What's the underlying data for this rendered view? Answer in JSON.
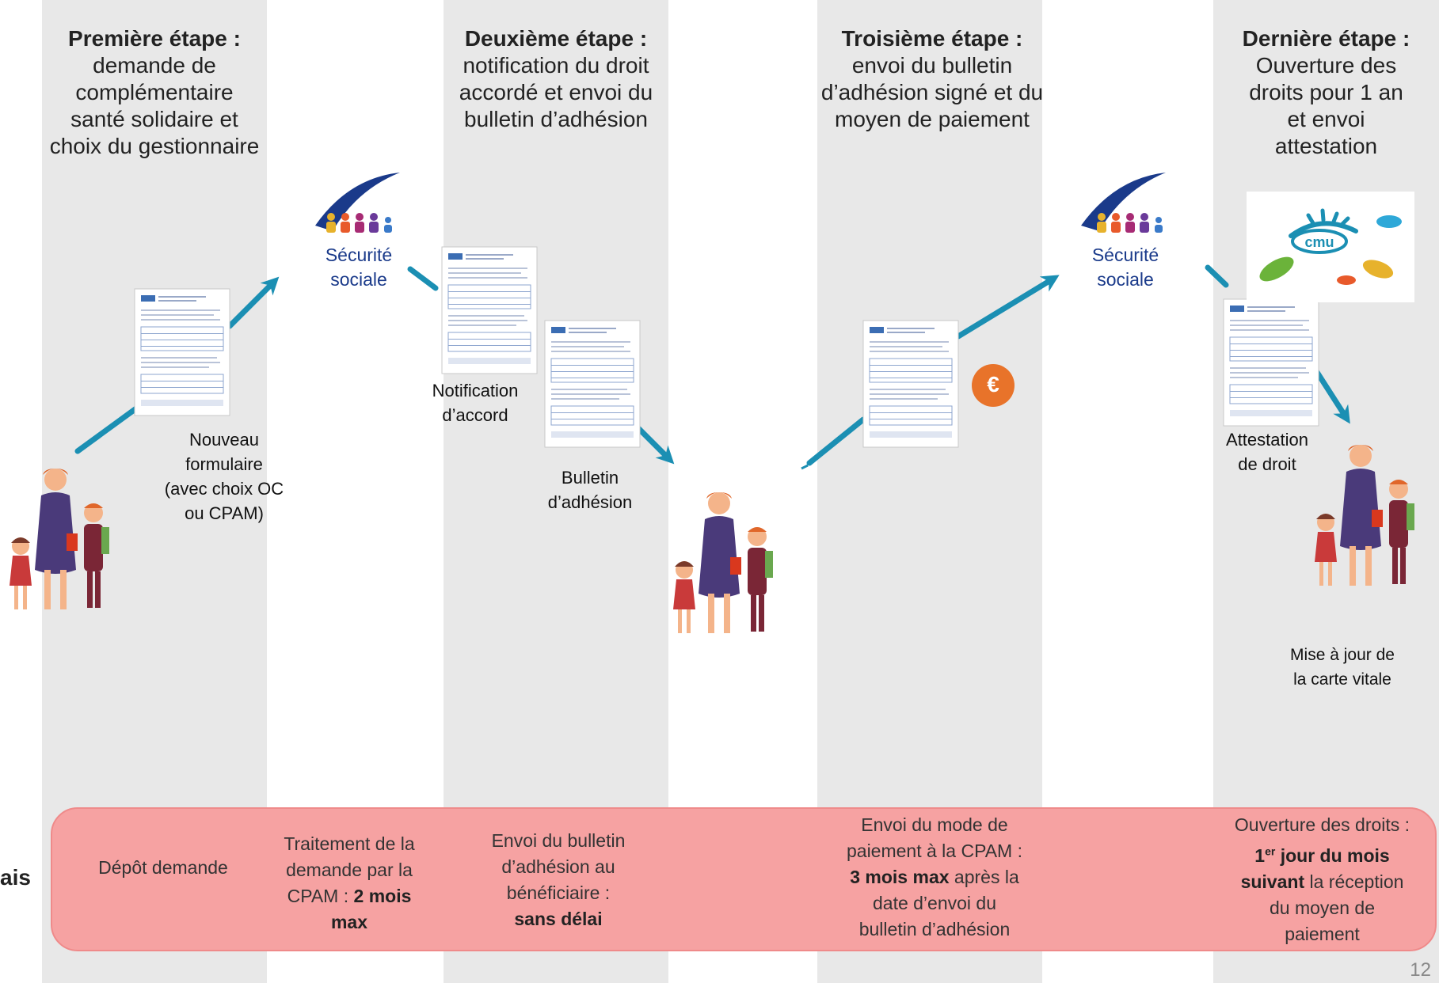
{
  "steps": [
    {
      "title": "Première étape :",
      "desc": [
        "demande de",
        "complémentaire",
        "santé solidaire et",
        "choix du gestionnaire"
      ]
    },
    {
      "title": "Deuxième étape :",
      "desc": [
        "notification du droit",
        "accordé et envoi du",
        "bulletin d’adhésion"
      ]
    },
    {
      "title": "Troisième étape :",
      "desc": [
        "envoi du bulletin",
        "d’adhésion signé et du",
        "moyen de paiement"
      ]
    },
    {
      "title": "Dernière étape :",
      "desc": [
        "Ouverture des",
        "droits pour 1 an",
        "et envoi",
        "attestation"
      ]
    }
  ],
  "logos": {
    "secu_text": "Sécurité sociale",
    "cmu_text": "cmu",
    "euro_symbol": "€"
  },
  "captions": {
    "nouveau_formulaire": [
      "Nouveau",
      "formulaire",
      "(avec choix OC",
      "ou CPAM)"
    ],
    "notification": [
      "Notification",
      "d’accord"
    ],
    "bulletin": [
      "Bulletin",
      "d’adhésion"
    ],
    "attestation": [
      "Attestation",
      "de droit"
    ],
    "carte_vitale": [
      "Mise à jour de",
      "la carte vitale"
    ]
  },
  "band": {
    "side_label": "ais",
    "items": {
      "depot": "Dépôt demande",
      "traitement_a": "Traitement de la",
      "traitement_b": "demande par la",
      "traitement_c": "CPAM : ",
      "traitement_bold1": "2 mois",
      "traitement_bold2": "max",
      "envoi_a": "Envoi du bulletin",
      "envoi_b": "d’adhésion au",
      "envoi_c": "bénéficiaire :",
      "envoi_bold": "sans délai",
      "paiement_a": "Envoi du mode de",
      "paiement_b": "paiement à la CPAM :",
      "paiement_bold": "3 mois max",
      "paiement_c": " après la",
      "paiement_d": "date d’envoi du",
      "paiement_e": "bulletin d’adhésion",
      "ouverture_a": "Ouverture des droits :",
      "ouverture_num": "1",
      "ouverture_sup": "er",
      "ouverture_bold1": " jour du mois",
      "ouverture_bold2": "suivant",
      "ouverture_b": " la réception",
      "ouverture_c": "du moyen de",
      "ouverture_d": "paiement"
    }
  },
  "page_number": "12",
  "colors": {
    "column": "#e8e8e8",
    "arrow": "#1b8fb3",
    "band": "#f6a2a2",
    "euro": "#e8732a",
    "logo_blue": "#1a3a8a"
  }
}
